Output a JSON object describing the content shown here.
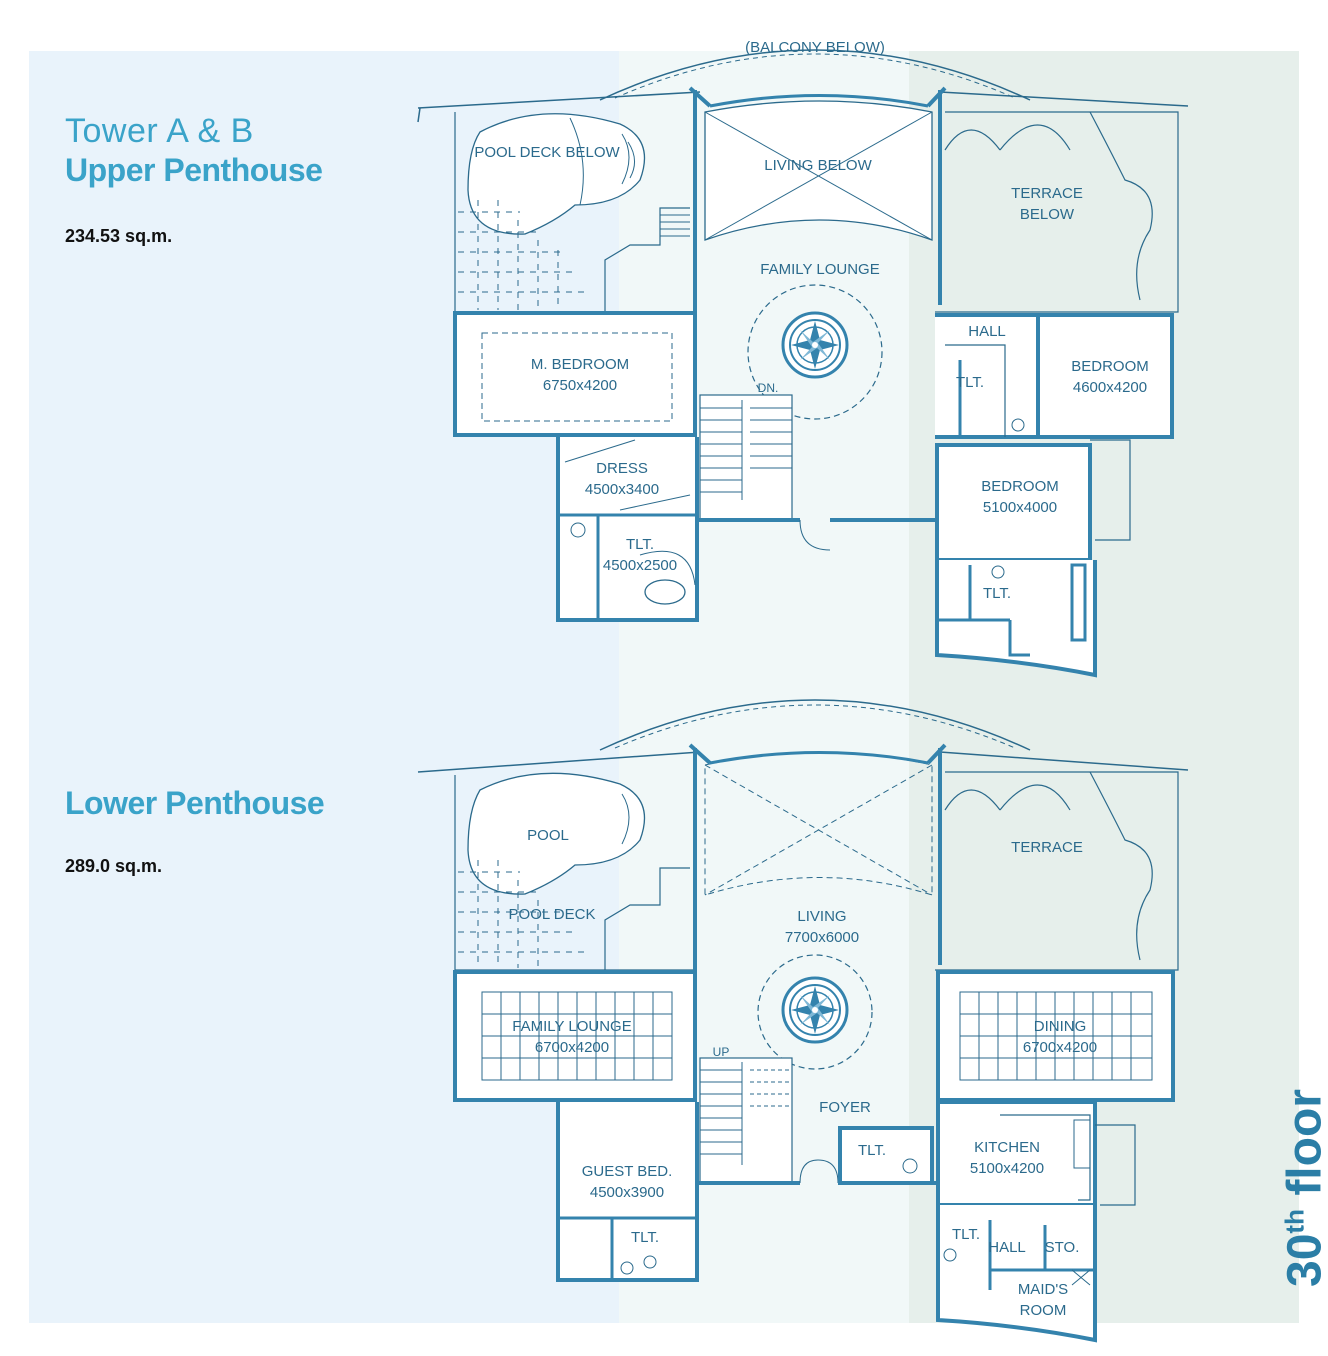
{
  "header": {
    "tower": "Tower A & B",
    "upper_title": "Upper Penthouse",
    "upper_area": "234.53 sq.m.",
    "lower_title": "Lower Penthouse",
    "lower_area": "289.0 sq.m."
  },
  "floor": {
    "number": "30",
    "suffix": "th",
    "word": "floor"
  },
  "upper_rooms": {
    "balcony": "(BALCONY BELOW)",
    "pool_deck": "POOL DECK BELOW",
    "living": "LIVING BELOW",
    "terrace_1": "TERRACE",
    "terrace_2": "BELOW",
    "family_lounge": "FAMILY LOUNGE",
    "m_bedroom": "M. BEDROOM",
    "m_bedroom_size": "6750x4200",
    "dn": "DN.",
    "hall": "HALL",
    "tlt_right": "TLT.",
    "bedroom_1": "BEDROOM",
    "bedroom_1_size": "4600x4200",
    "dress": "DRESS",
    "dress_size": "4500x3400",
    "tlt_master": "TLT.",
    "tlt_master_size": "4500x2500",
    "bedroom_2": "BEDROOM",
    "bedroom_2_size": "5100x4000",
    "tlt_bedroom2": "TLT."
  },
  "lower_rooms": {
    "pool": "POOL",
    "pool_deck": "POOL DECK",
    "terrace": "TERRACE",
    "living": "LIVING",
    "living_size": "7700x6000",
    "family_lounge": "FAMILY LOUNGE",
    "family_lounge_size": "6700x4200",
    "dining": "DINING",
    "dining_size": "6700x4200",
    "up": "UP",
    "foyer": "FOYER",
    "tlt_foyer": "TLT.",
    "kitchen": "KITCHEN",
    "kitchen_size": "5100x4200",
    "guest_bed": "GUEST BED.",
    "guest_bed_size": "4500x3900",
    "tlt_guest": "TLT.",
    "tlt_maid": "TLT.",
    "hall": "HALL",
    "sto": "STO.",
    "maids_1": "MAID'S",
    "maids_2": "ROOM"
  },
  "colors": {
    "wall": "#3483ad",
    "line": "#2b6a8c",
    "title": "#3aa3c9",
    "band_left": "#e9f3fb",
    "band_mid": "#f1f8f8",
    "band_right": "#e6efeb"
  }
}
